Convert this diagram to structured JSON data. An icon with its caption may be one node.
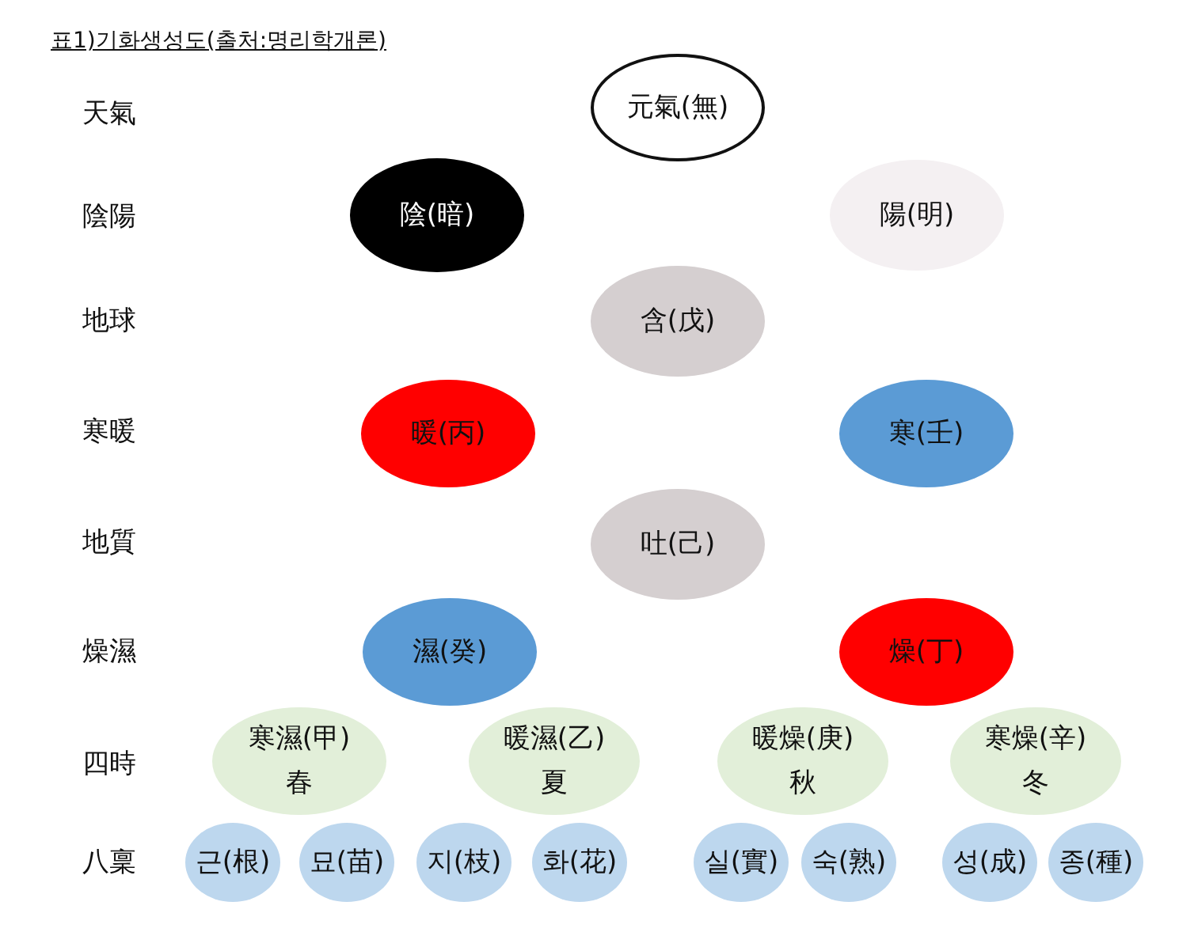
{
  "diagram": {
    "title": "표1)기화생성도(출처:명리학개론)",
    "nodes": [
      {
        "text": [
          "元氣(無)"
        ]
      },
      {
        "text": [
          "陰(暗)"
        ]
      },
      {
        "text": [
          "陽(明)"
        ]
      },
      {
        "text": [
          "含(戊)"
        ]
      },
      {
        "text": [
          "暖(丙)"
        ]
      },
      {
        "text": [
          "寒(壬)"
        ]
      },
      {
        "text": [
          "吐(己)"
        ]
      },
      {
        "text": [
          "濕(癸)"
        ]
      },
      {
        "text": [
          "燥(丁)"
        ]
      },
      {
        "text": [
          "寒濕(甲)",
          "春"
        ]
      },
      {
        "text": [
          "暖濕(乙)",
          "夏"
        ]
      },
      {
        "text": [
          "暖燥(庚)",
          "秋"
        ]
      },
      {
        "text": [
          "寒燥(辛)",
          "冬"
        ]
      },
      {
        "text": [
          "근(根)"
        ]
      },
      {
        "text": [
          "묘(苗)"
        ]
      },
      {
        "text": [
          "지(枝)"
        ]
      },
      {
        "text": [
          "화(花)"
        ]
      },
      {
        "text": [
          "실(實)"
        ]
      },
      {
        "text": [
          "숙(熟)"
        ]
      },
      {
        "text": [
          "성(成)"
        ]
      },
      {
        "text": [
          "종(種)"
        ]
      }
    ],
    "labels": [
      "天氣",
      "陰陽",
      "地球",
      "寒暖",
      "地質",
      "燥濕",
      "四時",
      "八稟"
    ]
  }
}
